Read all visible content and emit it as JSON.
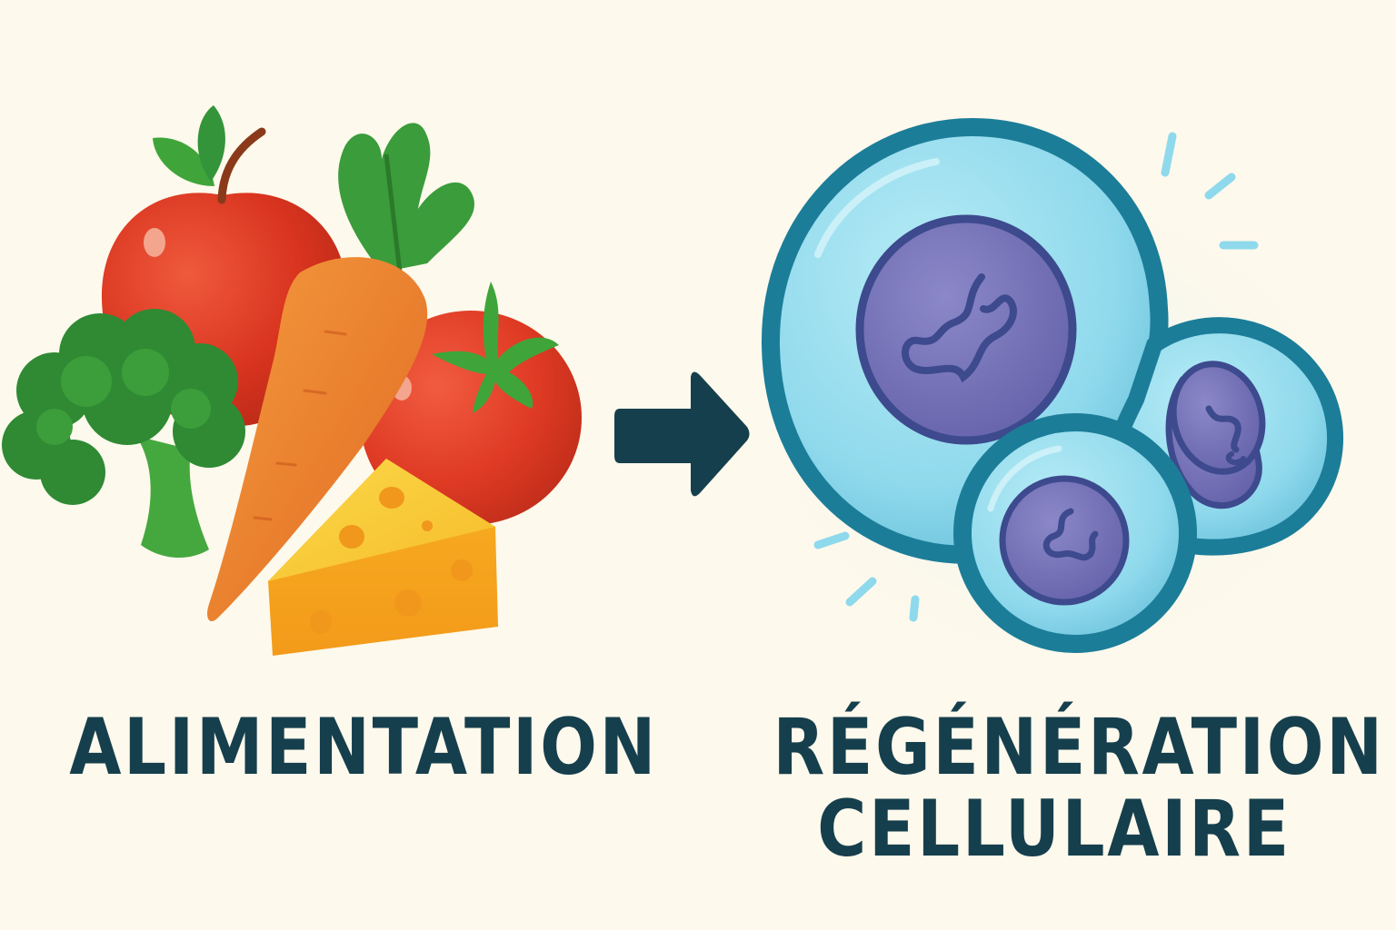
{
  "diagram": {
    "type": "process-flow",
    "background_color": "#fdf9ec",
    "text_color": "#163f4d",
    "nodes": [
      {
        "id": "food",
        "label": "ALIMENTATION",
        "illustration": [
          "apple",
          "broccoli",
          "carrot",
          "tomato",
          "cheese-wedge"
        ]
      },
      {
        "id": "cells",
        "label_lines": [
          "RÉGÉNÉRATION",
          "CELLULAIRE"
        ],
        "illustration": [
          "large-cell",
          "medium-cell",
          "small-cell"
        ]
      }
    ],
    "edges": [
      {
        "from": "food",
        "to": "cells",
        "icon": "arrow-right-icon",
        "color": "#163f4d"
      }
    ],
    "colors": {
      "apple": "#d9341f",
      "tomato": "#df3a24",
      "carrot": "#ec7a2a",
      "broccoli": "#3a9a3a",
      "leaves": "#3fa53a",
      "cheese": "#f7b51e",
      "cell_fill": "#8fd9ec",
      "cell_border": "#1c7d99",
      "nucleus": "#7471b8",
      "nucleus_border": "#3d4a8d"
    }
  }
}
